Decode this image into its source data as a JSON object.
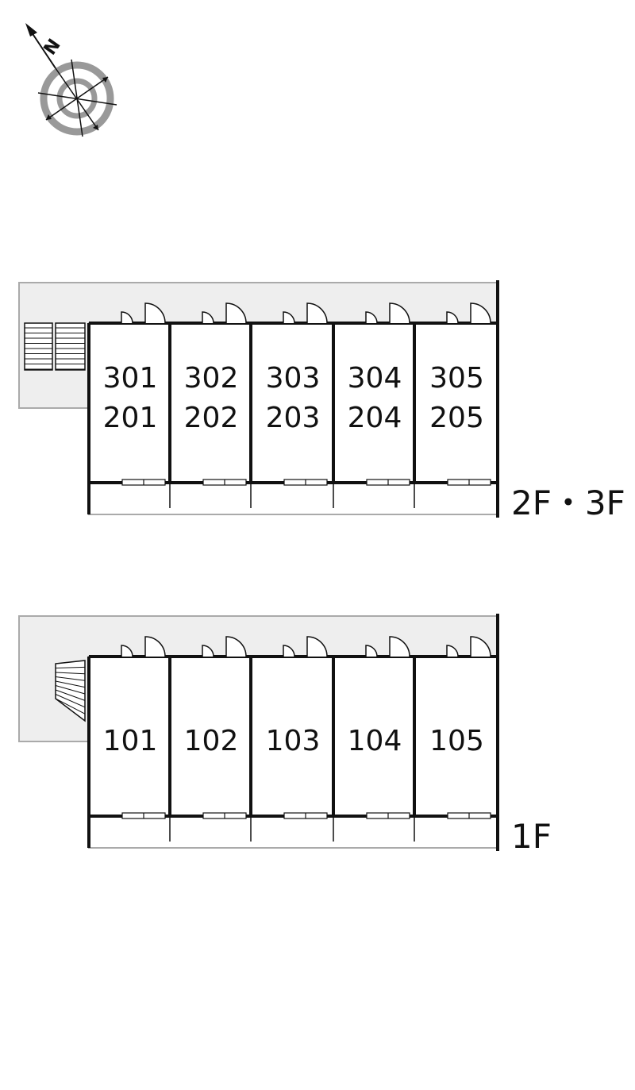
{
  "compass": {
    "north_label": "N"
  },
  "floors": [
    {
      "label": "2F・3F",
      "stair": "straight",
      "units": [
        [
          "301",
          "201"
        ],
        [
          "302",
          "202"
        ],
        [
          "303",
          "203"
        ],
        [
          "304",
          "204"
        ],
        [
          "305",
          "205"
        ]
      ]
    },
    {
      "label": "1F",
      "stair": "winding",
      "units": [
        [
          "101"
        ],
        [
          "102"
        ],
        [
          "103"
        ],
        [
          "104"
        ],
        [
          "105"
        ]
      ]
    }
  ],
  "colors": {
    "corridor_fill": "#eeeeee",
    "wall": "#111111",
    "outline": "#aaaaaa",
    "compass_ring": "#999999"
  }
}
